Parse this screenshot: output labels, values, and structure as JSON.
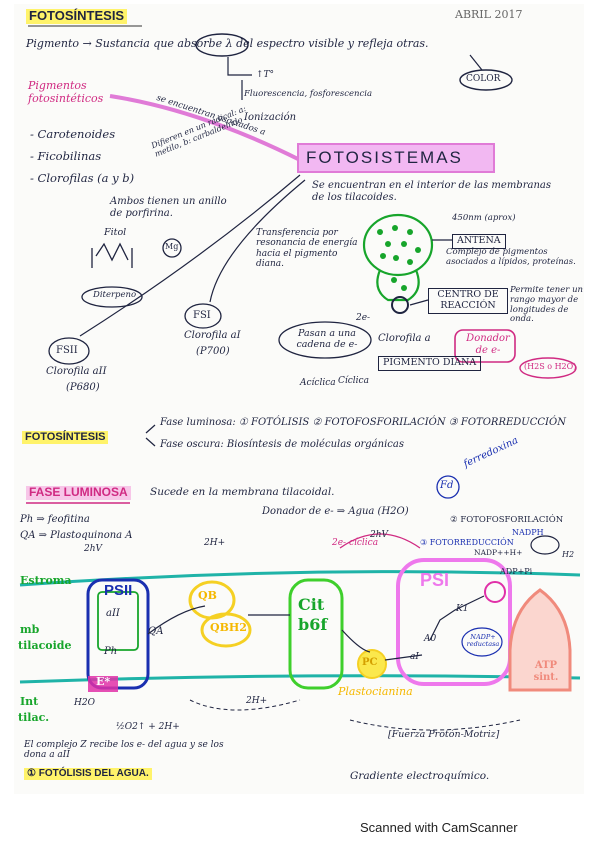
{
  "date": "ABRIL 2017",
  "top": {
    "title": "FOTOSÍNTESIS",
    "pigmento_line": "Pigmento → Sustancia que absorbe λ del espectro visible y refleja otras.",
    "color": "COLOR",
    "t_degree": "↑T°",
    "fluorescencia": "Fluorescencia, fosforescencia",
    "ionizacion": "Ionización",
    "pigmentos_heading": "Pigmentos fotosintéticos",
    "pig_1": "- Carotenoides",
    "pig_2": "- Ficobilinas",
    "pig_3": "- Clorofilas (a y b)",
    "difieren": "Difieren en un radical: a: metilo, b: carbaldehído",
    "se_encuentran_asociados": "se encuentran asociados a",
    "fotosistemas": "FOTOSISTEMAS",
    "se_encuentran_interior": "Se encuentran en el interior de las membranas de los tilacoides.",
    "ambos_tienen": "Ambos tienen un anillo de porfirina.",
    "fitol": "Fitol",
    "mg": "Mg",
    "diterpeno": "Diterpeno",
    "size_label": "450nm (aprox)",
    "transferencia": "Transferencia por resonancia de energía hacia el pigmento diana.",
    "antena": "ANTENA",
    "complejo": "Complejo de pigmentos asociados a lípidos, proteínas.",
    "centro_reaccion": "CENTRO DE REACCIÓN",
    "permite": "Permite tener un rango mayor de longitudes de onda.",
    "fsi": "FSI",
    "fsi_clorofila": "Clorofila aI",
    "fsi_p": "(P700)",
    "fsii": "FSII",
    "fsii_clorofila": "Clorofila aII",
    "fsii_p": "(P680)",
    "e_minus": "2e-",
    "pasan": "Pasan a una cadena de e-",
    "clorofila_a": "Clorofila a",
    "donador": "Donador de e-",
    "donador_ex": "(H2S o H2O)",
    "pigmento_diana": "PIGMENTO DIANA",
    "aciclica": "Acíclica",
    "ciclica": "Cíclica"
  },
  "middle": {
    "fotosintesis": "FOTOSÍNTESIS",
    "fase_luminosa": "Fase luminosa: ① FOTÓLISIS ② FOTOFOSFORILACIÓN ③ FOTORREDUCCIÓN",
    "fase_oscura": "Fase oscura: Biosíntesis de moléculas orgánicas"
  },
  "bottom": {
    "fase_luminosa_title": "FASE LUMINOSA",
    "sucede": "Sucede en la membrana tilacoidal.",
    "fd": "Fd",
    "ferredoxina": "ferredoxina",
    "ph": "Ph ⇒ feofitina",
    "qa": "QA ⇒ Plastoquinona A",
    "donador_agua": "Donador de e- ⇒ Agua (H2O)",
    "fotofosforilacion": "② FOTOFOSFORILACIÓN",
    "fotorreduccion": "③ FOTORREDUCCIÓN",
    "nadph": "NADPH",
    "nadp_h": "NADP++H+",
    "h2": "H2",
    "adp": "ADP+Pi",
    "ciclica": "2e- cíclica",
    "two_hv_1": "2hV",
    "two_hv_2": "2hV",
    "two_h_plus": "2H+",
    "estroma": "Estroma",
    "mb": "mb",
    "tilacoide": "tilacoide",
    "int": "Int",
    "tilac": "tilac.",
    "psii": "PSII",
    "psi": "PSI",
    "aII": "aII",
    "ph_box": "Ph",
    "qa_box": "QA",
    "qb": "QB",
    "qbh2": "QBH2",
    "cit": "Cit",
    "b6f": "b6f",
    "pc": "PC",
    "plastocianina": "Plastocianina",
    "a0": "A0",
    "k1": "K1",
    "a1": "aI",
    "nadp_reductasa": "NADP+ reductasa",
    "atp_sint": "ATP sint.",
    "e_star": "E*",
    "h2o": "H2O",
    "oxygen": "½O2↑ + 2H+",
    "two_h_lumen": "2H+",
    "fuerza": "[Fuerza Protón-Motriz]",
    "gradiente": "Gradiente electroquímico.",
    "complejo_z": "El complejo Z recibe los e- del agua y se los dona a aII",
    "fotolisis": "① FOTÓLISIS DEL AGUA."
  },
  "footer": "Scanned with CamScanner"
}
